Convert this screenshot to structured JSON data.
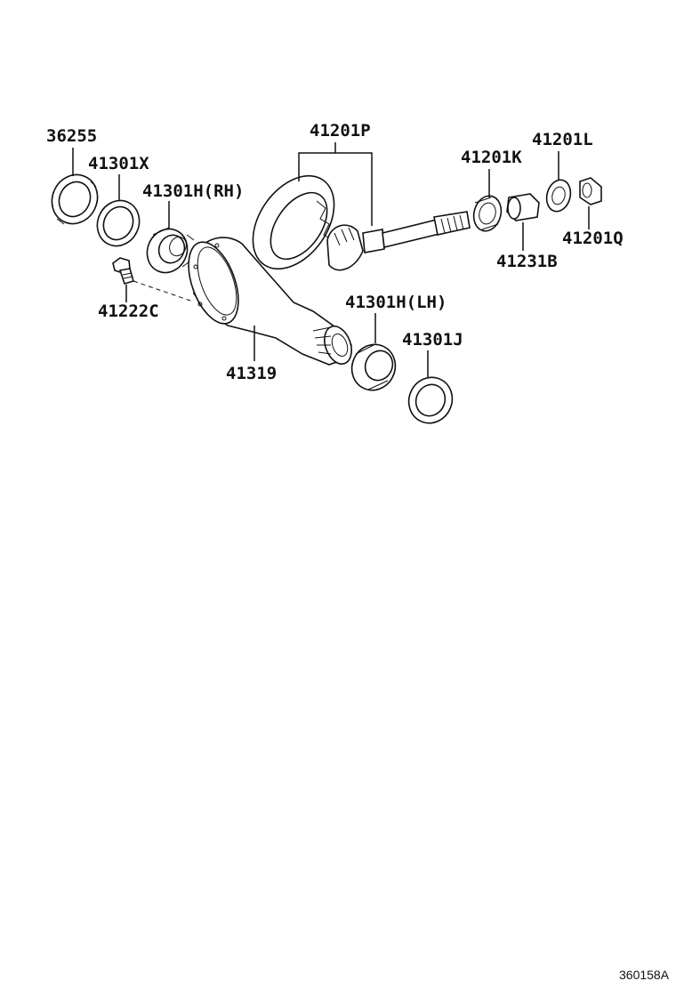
{
  "diagram": {
    "labels": {
      "p36255": "36255",
      "p41301X": "41301X",
      "p41301H_RH": "41301H(RH)",
      "p41201P": "41201P",
      "p41201K": "41201K",
      "p41201L": "41201L",
      "p41201Q": "41201Q",
      "p41231B": "41231B",
      "p41222C": "41222C",
      "p41301H_LH": "41301H(LH)",
      "p41301J": "41301J",
      "p41319": "41319"
    },
    "figure_code": "360158A"
  }
}
